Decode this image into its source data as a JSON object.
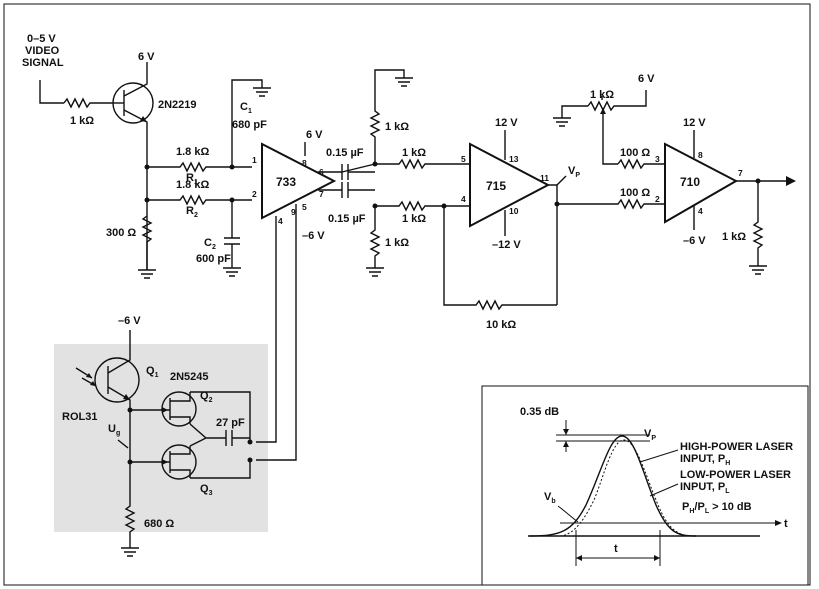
{
  "input": {
    "line1": "0–5 V",
    "line2": "VIDEO",
    "line3": "SIGNAL",
    "r_in": "1 kΩ"
  },
  "q_in": {
    "supply": "6 V",
    "part": "2N2219"
  },
  "left_net": {
    "r1_value": "1.8 kΩ",
    "r1_name": "R",
    "r1_sub": "1",
    "r2_value": "1.8 kΩ",
    "r2_name": "R",
    "r2_sub": "2",
    "c1_name": "C",
    "c1_sub": "1",
    "c1_value": "680 pF",
    "c2_name": "C",
    "c2_sub": "2",
    "c2_value": "600 pF",
    "r_shunt": "300 Ω"
  },
  "amp733": {
    "label": "733",
    "v_pos": "6 V",
    "v_neg": "–6 V",
    "pins": {
      "p1": "1",
      "p2": "2",
      "p8": "8",
      "p6": "6",
      "p5": "5",
      "p7": "7",
      "p9": "9",
      "p4": "4"
    }
  },
  "coupling": {
    "c_top": "0.15 µF",
    "c_bot": "0.15 µF",
    "r_top_shunt": "1 kΩ",
    "r_bot_shunt": "1 kΩ",
    "r_top_series": "1 kΩ",
    "r_bot_series": "1 kΩ"
  },
  "amp715": {
    "label": "715",
    "v_pos": "12 V",
    "v_neg": "–12 V",
    "vp": "V",
    "vp_sub": "P",
    "pins": {
      "p5": "5",
      "p4": "4",
      "p13": "13",
      "p10": "10",
      "p11": "11"
    },
    "r_fb": "10 kΩ"
  },
  "amp710": {
    "label": "710",
    "v_pos": "12 V",
    "v_neg": "–6 V",
    "pot": "1 kΩ",
    "pot_supply": "6 V",
    "r_a": "100 Ω",
    "r_b": "100 Ω",
    "r_out": "1 kΩ",
    "pins": {
      "p3": "3",
      "p2": "2",
      "p8": "8",
      "p4": "4",
      "p7": "7"
    }
  },
  "detector": {
    "supply": "–6 V",
    "q1_name": "Q",
    "q1_sub": "1",
    "q1_part": "ROL31",
    "jfet_part": "2N5245",
    "q2_name": "Q",
    "q2_sub": "2",
    "q3_name": "Q",
    "q3_sub": "3",
    "cap": "27 pF",
    "ug": "U",
    "ug_sub": "g",
    "r_load": "680 Ω"
  },
  "pulse": {
    "db_mark": "0.35 dB",
    "vp": "V",
    "vp_sub": "P",
    "hi_line1": "HIGH-POWER LASER",
    "hi_line2": "INPUT, P",
    "hi_sub": "H",
    "lo_line1": "LOW-POWER LASER",
    "lo_line2": "INPUT, P",
    "lo_sub": "L",
    "ratio": "P",
    "ratio_sub1": "H",
    "ratio_mid": "/P",
    "ratio_sub2": "L",
    "ratio_tail": " > 10 dB",
    "vb": "V",
    "vb_sub": "b",
    "t_axis": "t",
    "t_width": "t"
  }
}
